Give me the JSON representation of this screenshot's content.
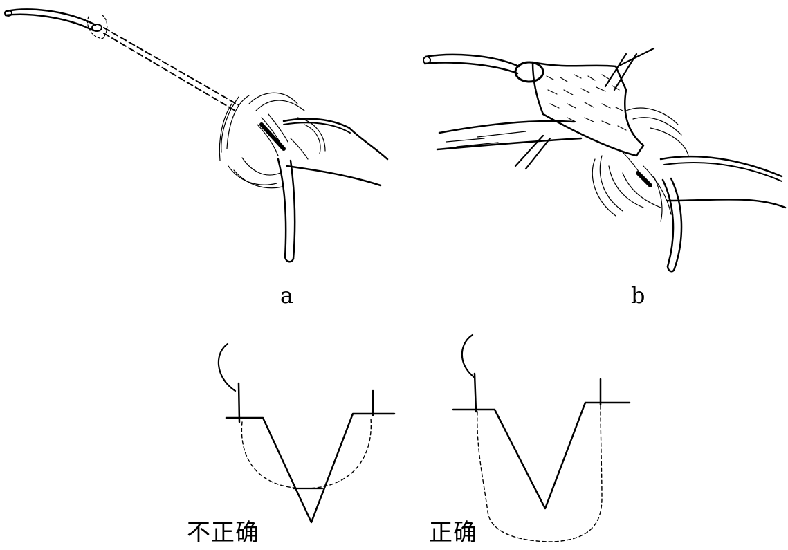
{
  "panels": {
    "a": {
      "label": "a"
    },
    "b": {
      "label": "b"
    }
  },
  "captions": {
    "incorrect": "不正确",
    "correct": "正确"
  }
}
